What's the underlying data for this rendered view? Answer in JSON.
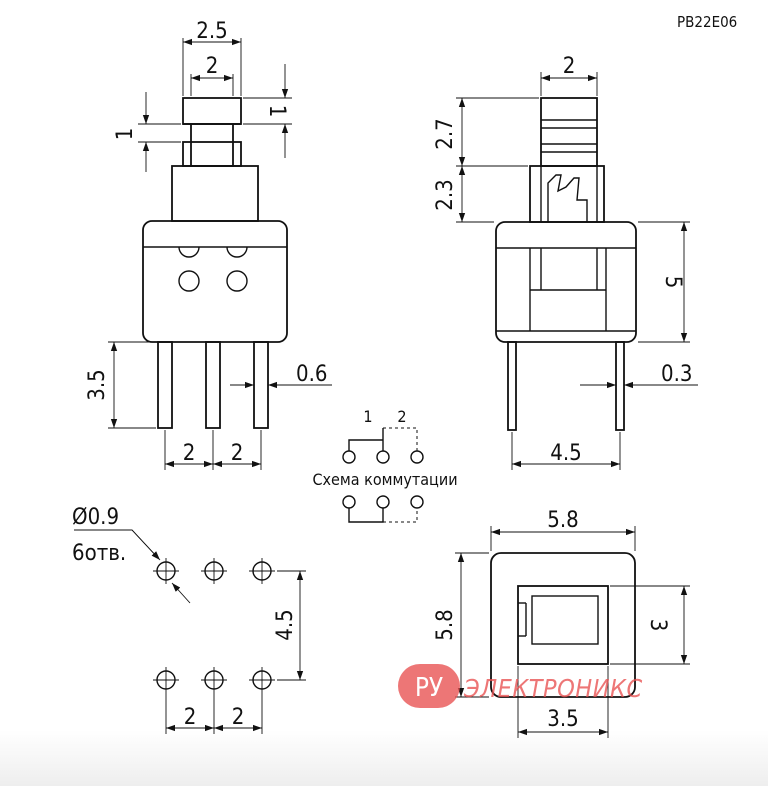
{
  "part_number": "PB22E06",
  "schematic": {
    "title": "Схема коммутации",
    "pin_1": "1",
    "pin_2": "2"
  },
  "front_view": {
    "button_width": "2.5",
    "button_inner": "2",
    "step_left": "1",
    "step_right": "1",
    "pin_length": "3.5",
    "pin_thickness": "0.6",
    "pitch_left": "2",
    "pitch_right": "2"
  },
  "side_view": {
    "button_width": "2",
    "button_height": "2.7",
    "neck_height": "2.3",
    "body_height": "5",
    "pin_thickness": "0.3",
    "width": "4.5"
  },
  "hole_pattern": {
    "hole_diameter": "Ø0.9",
    "hole_count": "6отв.",
    "row_spacing": "4.5",
    "pitch_left": "2",
    "pitch_right": "2"
  },
  "top_view": {
    "width": "5.8",
    "height": "5.8",
    "button_height": "3",
    "button_width": "3.5"
  },
  "watermark": {
    "badge": "РУ",
    "text": "ЭЛЕКТРОНИКС",
    "color": "#e85050"
  }
}
